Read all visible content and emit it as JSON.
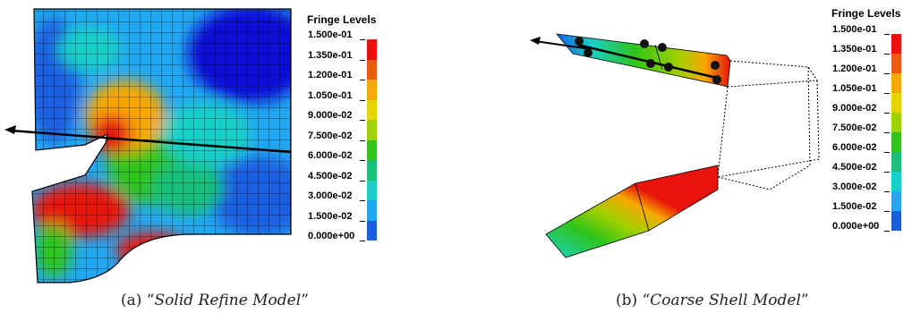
{
  "legend": {
    "title": "Fringe Levels",
    "levels": [
      "1.500e-01",
      "1.350e-01",
      "1.200e-01",
      "1.050e-01",
      "9.000e-02",
      "7.500e-02",
      "6.000e-02",
      "4.500e-02",
      "3.000e-02",
      "1.500e-02",
      "0.000e+00"
    ],
    "colors": [
      "#e8140c",
      "#f05a10",
      "#f7a800",
      "#e6d400",
      "#9fd000",
      "#2fc41a",
      "#18c07a",
      "#18d0c8",
      "#22a8f0",
      "#1a5ee0",
      "#0a10d8"
    ]
  },
  "panel_a": {
    "caption_prefix": "(a) “",
    "caption_title": "Solid Refine Model",
    "caption_suffix": "”"
  },
  "panel_b": {
    "caption_prefix": "(b) “",
    "caption_title": "Coarse Shell Model",
    "caption_suffix": "”"
  }
}
